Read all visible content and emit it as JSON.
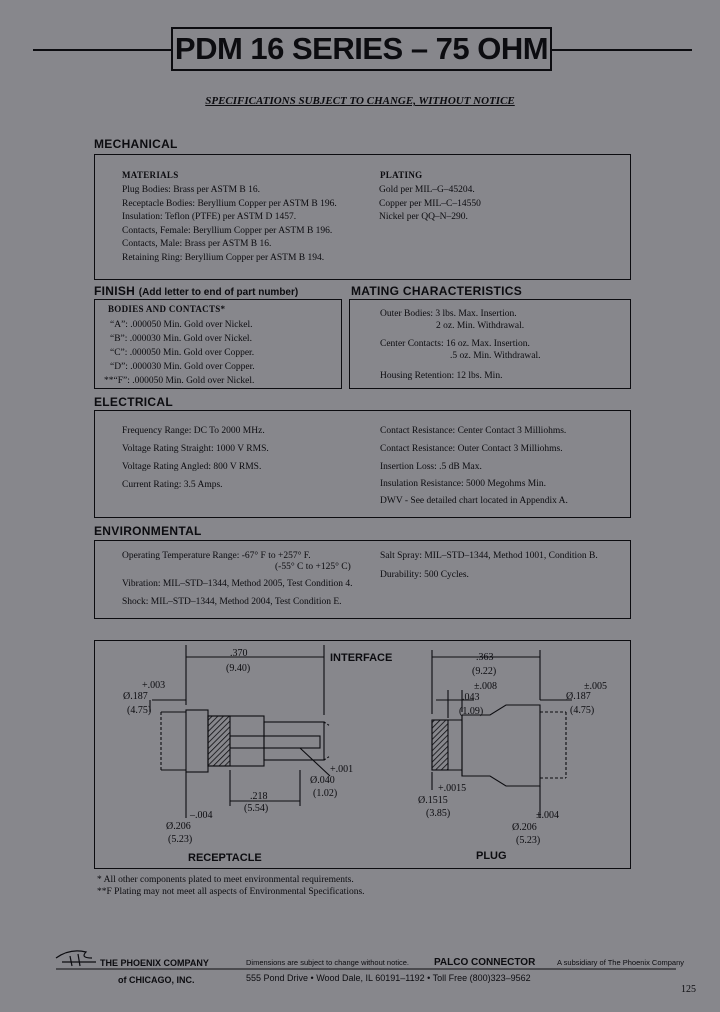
{
  "title": "PDM 16 SERIES – 75 OHM",
  "notice": "SPECIFICATIONS SUBJECT TO CHANGE, WITHOUT NOTICE",
  "mechanical": {
    "heading": "MECHANICAL",
    "materials_heading": "MATERIALS",
    "materials": [
      "Plug Bodies: Brass per ASTM B 16.",
      "Receptacle Bodies: Beryllium Copper per ASTM B 196.",
      "Insulation: Teflon (PTFE) per ASTM D 1457.",
      "Contacts, Female: Beryllium Copper per ASTM B 196.",
      "Contacts, Male: Brass per ASTM B 16.",
      "Retaining Ring: Beryllium Copper per ASTM B 194."
    ],
    "plating_heading": "PLATING",
    "plating": [
      "Gold per MIL–G–45204.",
      "Copper per MIL–C–14550",
      "Nickel per QQ–N–290."
    ]
  },
  "finish": {
    "heading": "FINISH",
    "heading_note": "(Add letter to end of part number)",
    "sub_heading": "BODIES AND CONTACTS*",
    "items": [
      "“A”: .000050 Min. Gold over Nickel.",
      "“B”: .000030 Min. Gold over Nickel.",
      "“C”: .000050 Min. Gold over Copper.",
      "“D”: .000030 Min. Gold over Copper.",
      "**“F”: .000050 Min. Gold over Nickel."
    ]
  },
  "mating": {
    "heading": "MATING CHARACTERISTICS",
    "items": [
      "Outer Bodies: 3 lbs. Max. Insertion.",
      "2 oz. Min. Withdrawal.",
      "Center Contacts: 16 oz. Max. Insertion.",
      ".5 oz. Min. Withdrawal.",
      "Housing Retention: 12 lbs. Min."
    ]
  },
  "electrical": {
    "heading": "ELECTRICAL",
    "left": [
      "Frequency Range: DC To 2000 MHz.",
      "Voltage Rating Straight: 1000 V RMS.",
      "Voltage Rating Angled: 800 V RMS.",
      "Current Rating: 3.5 Amps."
    ],
    "right": [
      "Contact Resistance: Center Contact 3 Milliohms.",
      "Contact Resistance: Outer Contact 3 Milliohms.",
      "Insertion Loss: .5 dB Max.",
      "Insulation Resistance: 5000 Megohms Min.",
      "DWV - See detailed chart located in Appendix A."
    ]
  },
  "environmental": {
    "heading": "ENVIRONMENTAL",
    "left": [
      "Operating Temperature Range: -67° F  to +257° F.",
      "(-55° C  to +125° C)",
      "Vibration: MIL–STD–1344, Method 2005, Test Condition 4.",
      "Shock: MIL–STD–1344, Method 2004, Test Condition E."
    ],
    "right": [
      "Salt Spray: MIL–STD–1344, Method 1001, Condition B.",
      "Durability: 500 Cycles."
    ]
  },
  "drawing": {
    "interface_label": "INTERFACE",
    "receptacle_label": "RECEPTACLE",
    "plug_label": "PLUG",
    "receptacle": {
      "length_in": ".370",
      "length_mm": "(9.40)",
      "tol_003": "+.003",
      "dia187_in": "Ø.187",
      "dia187_mm": "(4.75)",
      "tol_001": "+.001",
      "dia040_in": "Ø.040",
      "dia040_mm": "(1.02)",
      "depth_in": ".218",
      "depth_mm": "(5.54)",
      "tol_004": "–.004",
      "dia206_in": "Ø.206",
      "dia206_mm": "(5.23)"
    },
    "plug": {
      "length_in": ".363",
      "length_mm": "(9.22)",
      "tol_008": "±.008",
      "tip_in": ".043",
      "tip_mm": "(1.09)",
      "tol_005": "±.005",
      "dia187_in": "Ø.187",
      "dia187_mm": "(4.75)",
      "tol_0015": "+.0015",
      "dia1515_in": "Ø.1515",
      "dia1515_mm": "(3.85)",
      "tol_004": "±.004",
      "dia206_in": "Ø.206",
      "dia206_mm": "(5.23)"
    }
  },
  "notes": [
    "* All other components plated to meet environmental requirements.",
    "**F Plating may not meet all aspects of Environmental Specifications."
  ],
  "footer": {
    "company_line1": "THE PHOENIX COMPANY",
    "company_line2": "of CHICAGO, INC.",
    "disclaimer": "Dimensions are subject to change without notice.",
    "brand": "PALCO CONNECTOR",
    "subsidiary": "A subsidiary of The Phoenix Company",
    "address": "555 Pond Drive • Wood Dale, IL 60191–1192 • Toll Free (800)323–9562",
    "page_number": "125"
  }
}
